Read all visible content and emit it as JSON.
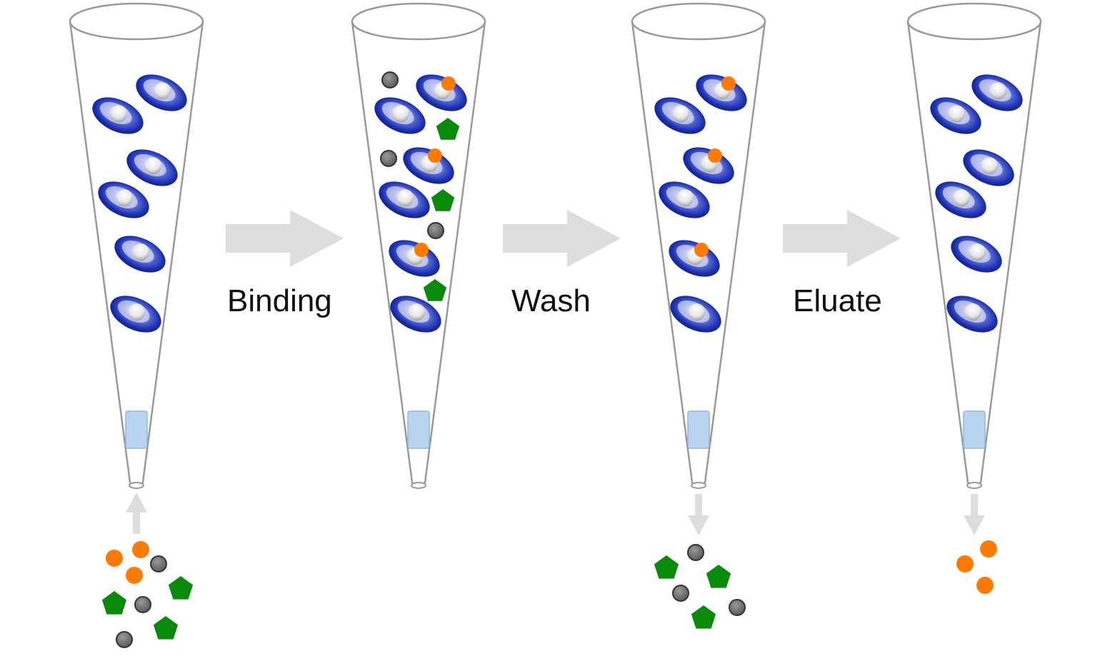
{
  "steps": [
    {
      "label": "Binding"
    },
    {
      "label": "Wash"
    },
    {
      "label": "Eluate"
    }
  ],
  "colors": {
    "bead_blue": "#1a2fb0",
    "bead_highlight": "#ffffff",
    "target_orange": "#ff7a00",
    "contaminant_green": "#0a8a0a",
    "contaminant_gray": "#6b6b6b",
    "arrow_gray": "#dddddd",
    "frit_blue": "#b8d4f0",
    "tube_outline": "#999999"
  },
  "icons": {
    "column": "conical-column-icon",
    "bead": "affinity-bead-icon",
    "target": "orange-circle-icon",
    "contaminant_shape": "green-pentagon-icon",
    "contaminant_dot": "gray-circle-icon"
  }
}
